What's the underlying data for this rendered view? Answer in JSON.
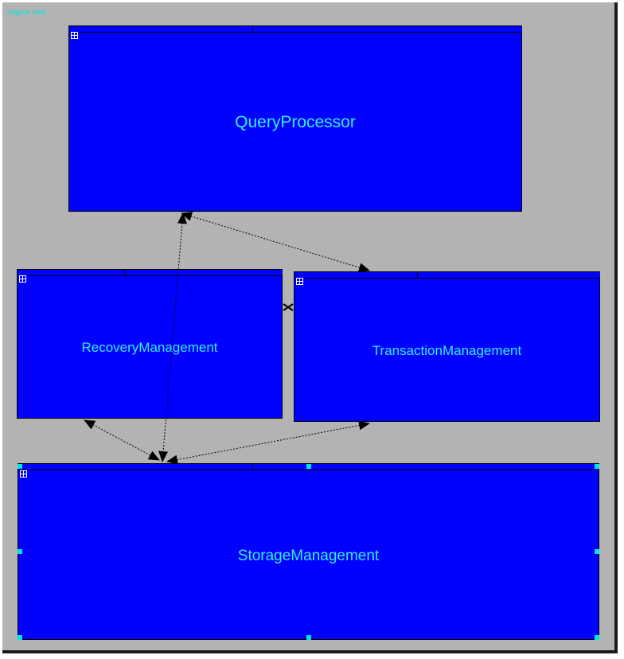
{
  "canvas": {
    "title": "Logical view"
  },
  "packages": {
    "query_processor": {
      "label": "QueryProcessor"
    },
    "recovery_management": {
      "label": "RecoveryManagement"
    },
    "transaction_management": {
      "label": "TransactionManagement"
    },
    "storage_management": {
      "label": "StorageManagement"
    }
  },
  "colors": {
    "canvas_background": "#b3b3b3",
    "package_fill": "#0000ff",
    "package_label": "#33f0f0",
    "selection_handle": "#00e5e5"
  },
  "icons": {
    "package_expand": "plus-box-icon"
  }
}
